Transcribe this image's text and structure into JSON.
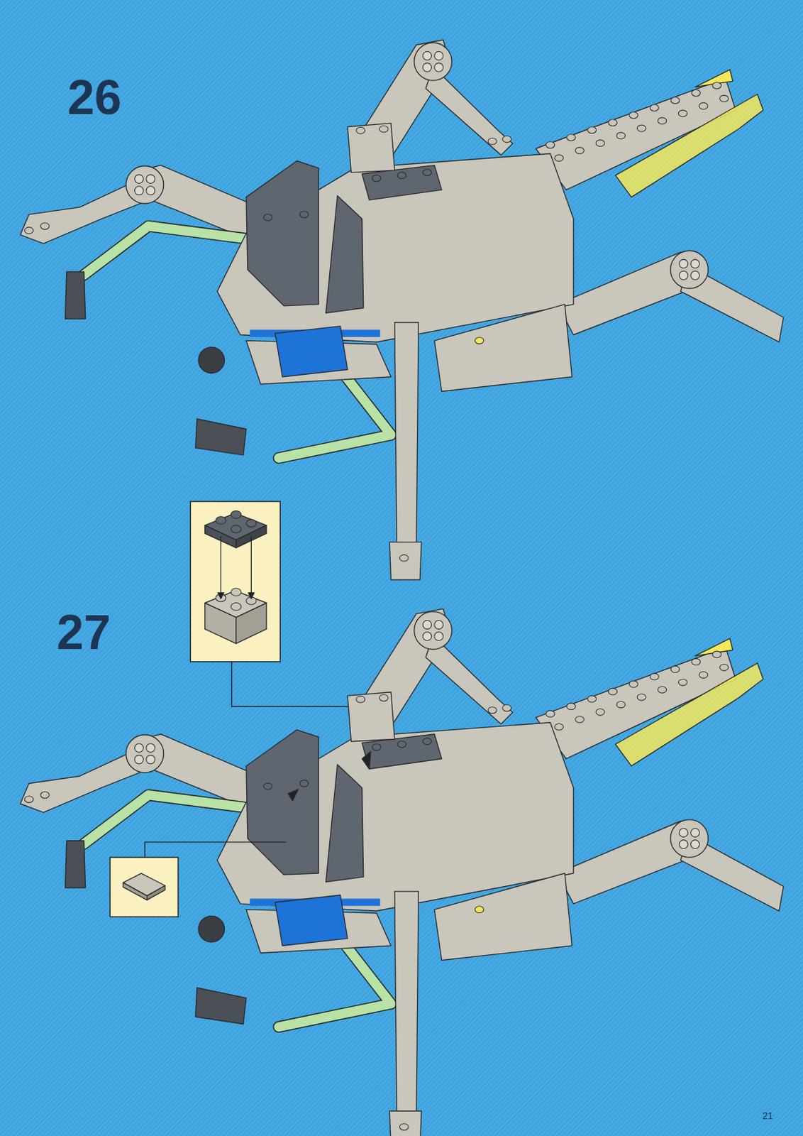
{
  "diagram": {
    "labels": [
      "26",
      "27",
      "21"
    ]
  }
}
